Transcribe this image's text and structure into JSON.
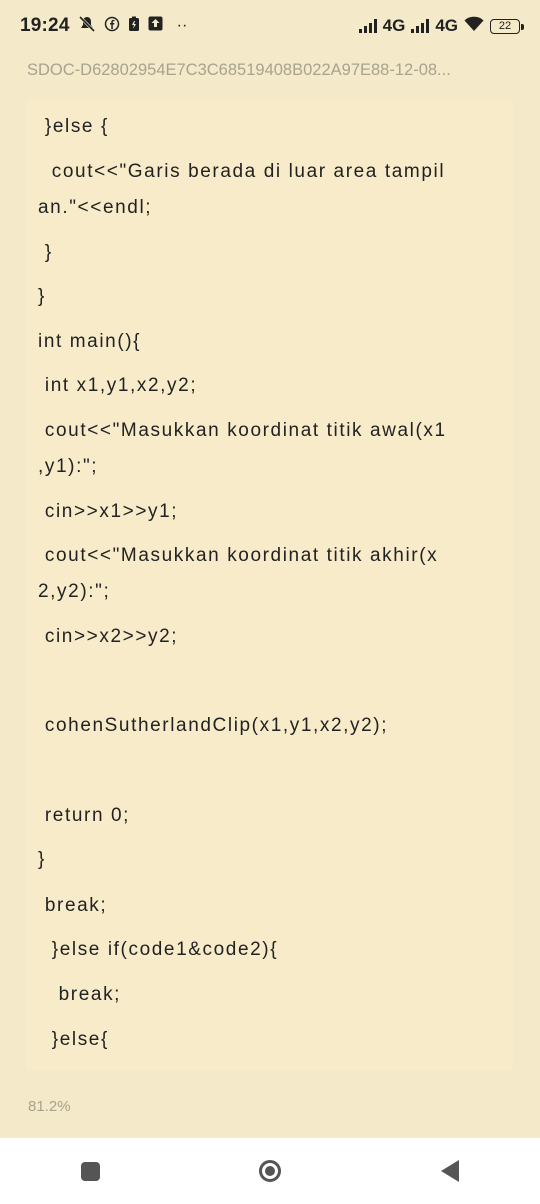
{
  "status_bar": {
    "time": "19:24",
    "network1": "4G",
    "network2": "4G",
    "battery": "22",
    "more": "··",
    "icons": [
      "mute-icon",
      "facebook-icon",
      "battery-saver-icon",
      "upload-icon"
    ]
  },
  "document": {
    "title": "SDOC-D62802954E7C3C68519408B022A97E88-12-08..."
  },
  "code_lines": [
    " }else {",
    "  cout<<\"Garis berada di luar area tampil",
    "an.\"<<endl;",
    " }",
    "}",
    "int main(){",
    " int x1,y1,x2,y2;",
    " cout<<\"Masukkan koordinat titik awal(x1",
    ",y1):\";",
    " cin>>x1>>y1;",
    " cout<<\"Masukkan koordinat titik akhir(x",
    "2,y2):\";",
    " cin>>x2>>y2;",
    " cohenSutherlandClip(x1,y1,x2,y2);",
    " return 0;",
    "}",
    " break;",
    "  }else if(code1&code2){",
    "   break;",
    "  }else{"
  ],
  "reading_progress": "81.2%",
  "nav": {
    "recents": "recents-icon",
    "home": "home-icon",
    "back": "back-icon"
  }
}
